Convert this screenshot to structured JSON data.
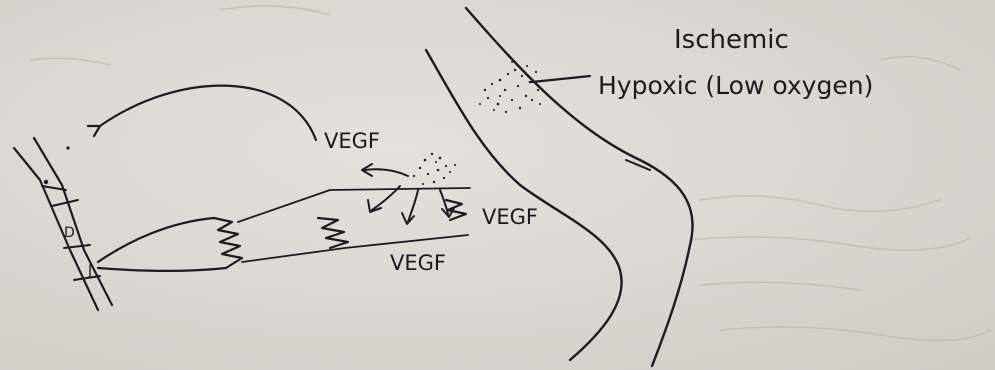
{
  "labels": {
    "ischemic": "Ischemic",
    "hypoxic": "Hypoxic (Low oxygen)",
    "vegf_top": "VEGF",
    "vegf_right": "VEGF",
    "vegf_bottom": "VEGF",
    "cell_upper": "D",
    "cell_lower": "J"
  },
  "colors": {
    "paper": "#dcd9d2",
    "ink": "#1c1c20"
  }
}
